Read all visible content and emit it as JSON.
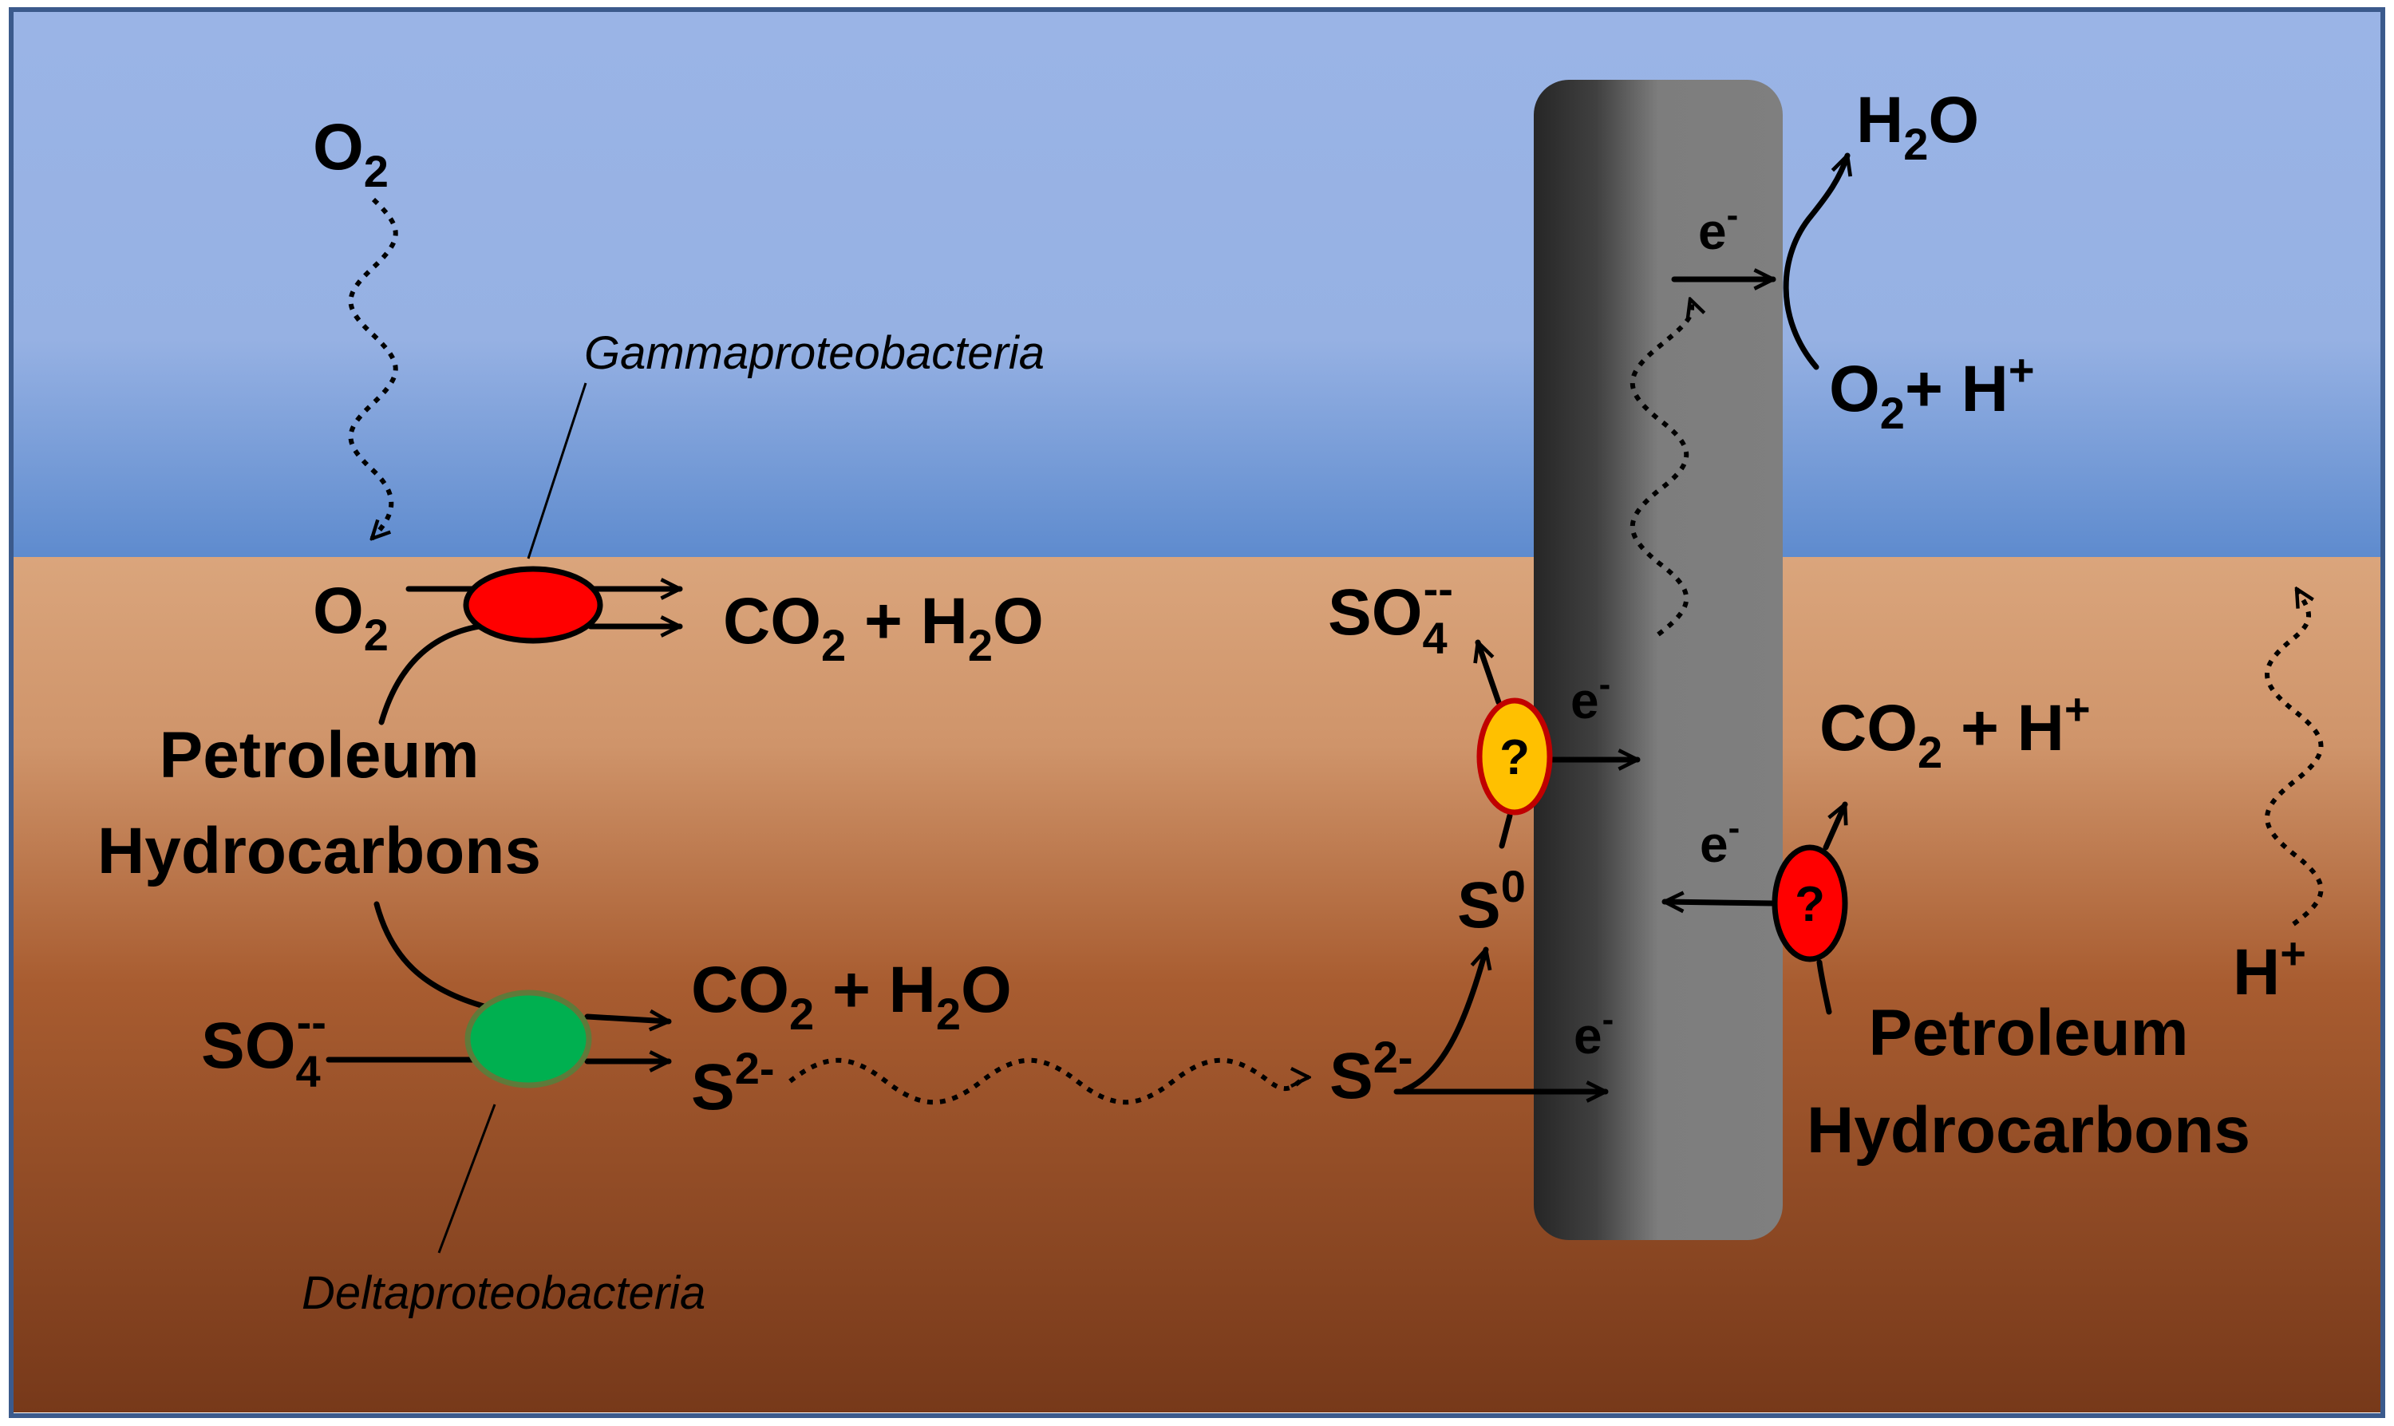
{
  "labels": {
    "o2_top": {
      "main": "O",
      "sub": "2"
    },
    "o2_left": {
      "main": "O",
      "sub": "2"
    },
    "co2_h2o_top": {
      "p1": "CO",
      "sub1": "2",
      "p2": " + H",
      "sub2": "2",
      "p3": "O"
    },
    "petroleum_left_1": "Petroleum",
    "petroleum_left_2": "Hydrocarbons",
    "so4_left": {
      "main": "SO",
      "sub": "4",
      "sup": "--"
    },
    "co2_h2o_bottom": {
      "p1": "CO",
      "sub1": "2",
      "p2": " + H",
      "sub2": "2",
      "p3": "O"
    },
    "s2_left": {
      "main": "S",
      "sup": "2-"
    },
    "s2_right": {
      "main": "S",
      "sup": "2-"
    },
    "s0": {
      "main": "S",
      "sup": "0"
    },
    "so4_right": {
      "main": "SO",
      "sub": "4",
      "sup": "--"
    },
    "e_minus_yellow": {
      "main": "e",
      "sup": "-"
    },
    "e_minus_top": {
      "main": "e",
      "sup": "-"
    },
    "e_minus_red": {
      "main": "e",
      "sup": "-"
    },
    "e_minus_bottom": {
      "main": "e",
      "sup": "-"
    },
    "h2o_right": {
      "main": "H",
      "sub": "2",
      "tail": "O"
    },
    "o2_h_right": {
      "main": "O",
      "sub": "2",
      "tail": "+ H",
      "sup": "+"
    },
    "co2_h_right": {
      "main": "CO",
      "sub": "2",
      "tail": " + H",
      "sup": "+"
    },
    "h_plus_right": {
      "main": "H",
      "sup": "+"
    },
    "petroleum_right_1": "Petroleum",
    "petroleum_right_2": "Hydrocarbons",
    "gamma": "Gammaproteobacteria",
    "delta": "Deltaproteobacteria",
    "question_yellow": "?",
    "question_red": "?"
  },
  "colors": {
    "water_top": "#9ab4e6",
    "water_bottom": "#5e8bce",
    "sediment_top": "#d9a37a",
    "sediment_mid": "#a65a2e",
    "sediment_bottom": "#7a3d1e",
    "border": "#3b5a8c",
    "gamma_cell": "#ff0000",
    "delta_cell": "#00b050",
    "unknown_yellow": "#ffc000",
    "unknown_red": "#ff0000",
    "electrode_dark": "#2b2b2b",
    "electrode_light": "#7f7f7f"
  }
}
